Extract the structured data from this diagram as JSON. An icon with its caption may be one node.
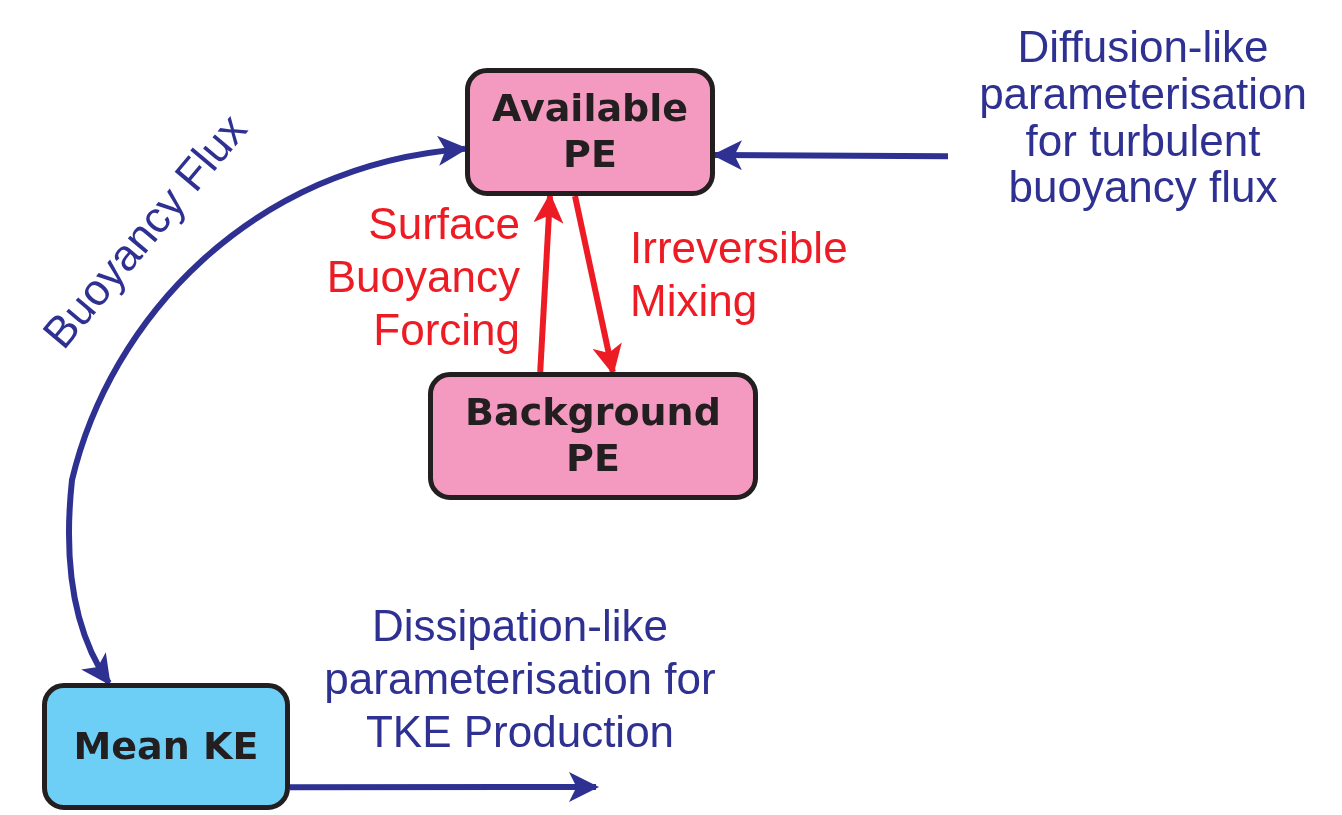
{
  "diagram": {
    "nodes": [
      {
        "text": [
          "Available PE"
        ]
      },
      {
        "text": [
          "Background PE"
        ]
      },
      {
        "text": [
          "Mean KE"
        ]
      },
      {
        "text": [
          "Diffusion-like parameterisation for turbulent buoyancy flux"
        ]
      }
    ],
    "edges": [
      {
        "from": 3,
        "to": 0,
        "arrow": "to"
      },
      {
        "from": 1,
        "to": 0,
        "arrow": "to",
        "label": "Surface Buoyancy Forcing",
        "color": "#ed1c24"
      },
      {
        "from": 0,
        "to": 1,
        "arrow": "to",
        "label": "Irreversible Mixing",
        "color": "#ed1c24"
      },
      {
        "from": 0,
        "to": 2,
        "arrow": "both",
        "label": "Buoyancy Flux"
      },
      {
        "from": 2,
        "to": null,
        "arrow": "to",
        "label": "Dissipation-like parameterisation for TKE Production"
      }
    ]
  }
}
